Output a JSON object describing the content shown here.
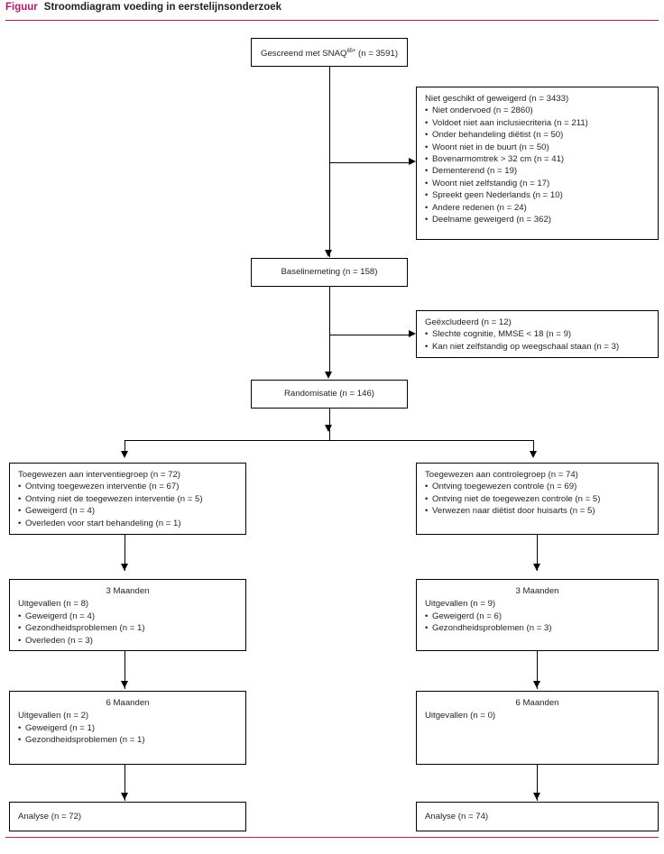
{
  "header": {
    "kicker": "Figuur",
    "title": "Stroomdiagram voeding in eerstelijnsonderzoek"
  },
  "colors": {
    "accent": "#b8186a",
    "rule": "#a31c5b",
    "text": "#231f20",
    "box_border": "#000000",
    "background": "#ffffff"
  },
  "chart_data": {
    "type": "diagram",
    "title": "Stroomdiagram voeding in eerstelijnsonderzoek",
    "flow": "CONSORT",
    "nodes": [
      {
        "id": "screened",
        "n": 3591,
        "label": "Gescreend met SNAQ65+ (n = 3591)"
      },
      {
        "id": "excluded_screening",
        "n": 3433,
        "label": "Niet geschikt of geweigerd (n = 3433)"
      },
      {
        "id": "baseline",
        "n": 158,
        "label": "Baselinemeting (n = 158)"
      },
      {
        "id": "excluded_baseline",
        "n": 12,
        "label": "Geëxcludeerd (n = 12)"
      },
      {
        "id": "randomised",
        "n": 146,
        "label": "Randomisatie (n = 146)"
      },
      {
        "id": "alloc_intervention",
        "n": 72,
        "label": "Toegewezen aan interventiegroep (n = 72)"
      },
      {
        "id": "alloc_control",
        "n": 74,
        "label": "Toegewezen aan controlegroep (n = 74)"
      },
      {
        "id": "analyse_intervention",
        "n": 72,
        "label": "Analyse (n = 72)"
      },
      {
        "id": "analyse_control",
        "n": 74,
        "label": "Analyse (n = 74)"
      }
    ]
  },
  "nodes": {
    "screened": {
      "text_before": "Gescreend met SNAQ",
      "superscript": "65+",
      "text_after": " (n = 3591)"
    },
    "excluded_screening": {
      "heading": "Niet geschikt of geweigerd (n = 3433)",
      "items": [
        "Niet ondervoed (n = 2860)",
        "Voldoet niet aan inclusiecriteria (n = 211)",
        "Onder behandeling diëtist (n = 50)",
        "Woont niet in de buurt (n = 50)",
        "Bovenarmomtrek > 32 cm (n = 41)",
        "Dementerend (n = 19)",
        "Woont niet zelfstandig (n = 17)",
        "Spreekt geen Nederlands (n = 10)",
        "Andere redenen (n = 24)",
        "Deelname geweigerd (n = 362)"
      ]
    },
    "baseline": {
      "label": "Baselinemeting (n = 158)"
    },
    "excluded_baseline": {
      "heading": "Geëxcludeerd (n = 12)",
      "items": [
        "Slechte cognitie, MMSE < 18 (n = 9)",
        "Kan niet zelfstandig op weegschaal staan (n = 3)"
      ]
    },
    "randomised": {
      "label": "Randomisatie (n = 146)"
    },
    "alloc_intervention": {
      "heading": "Toegewezen aan interventiegroep (n = 72)",
      "items": [
        "Ontving toegewezen interventie (n = 67)",
        "Ontving niet de toegewezen interventie (n = 5)",
        "Geweigerd (n = 4)",
        "Overleden voor start behandeling (n = 1)"
      ]
    },
    "alloc_control": {
      "heading": "Toegewezen aan controlegroep (n = 74)",
      "items": [
        "Ontving toegewezen controle (n = 69)",
        "Ontving niet de toegewezen controle (n = 5)",
        "Verwezen naar diëtist door huisarts (n = 5)"
      ]
    },
    "followup3_intervention": {
      "period": "3 Maanden",
      "heading": "Uitgevallen (n = 8)",
      "items": [
        "Geweigerd (n = 4)",
        "Gezondheidsproblemen (n = 1)",
        "Overleden (n = 3)"
      ]
    },
    "followup3_control": {
      "period": "3 Maanden",
      "heading": "Uitgevallen (n = 9)",
      "items": [
        "Geweigerd (n = 6)",
        "Gezondheidsproblemen (n = 3)"
      ]
    },
    "followup6_intervention": {
      "period": "6 Maanden",
      "heading": "Uitgevallen (n = 2)",
      "items": [
        "Geweigerd (n = 1)",
        "Gezondheidsproblemen (n = 1)"
      ]
    },
    "followup6_control": {
      "period": "6 Maanden",
      "heading": "Uitgevallen (n = 0)",
      "items": []
    },
    "analyse_intervention": {
      "label": "Analyse (n = 72)"
    },
    "analyse_control": {
      "label": "Analyse (n = 74)"
    }
  }
}
